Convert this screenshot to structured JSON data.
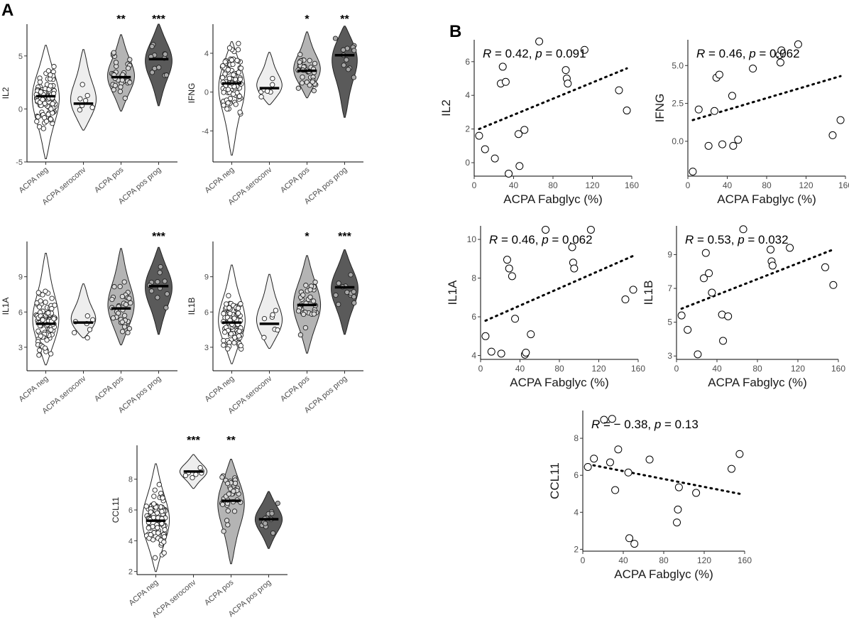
{
  "panel_labels": [
    "A",
    "B"
  ],
  "chart_data": [
    {
      "type": "violin",
      "ylabel": "IL2",
      "ylim": [
        -5,
        8
      ],
      "yticks": [
        -5,
        0,
        5
      ],
      "categories": [
        "ACPA neg",
        "ACPA seroconv",
        "ACPA pos",
        "ACPA pos prog"
      ],
      "medians": [
        1.2,
        0.5,
        3.0,
        4.7
      ],
      "ranges": [
        [
          -4.7,
          6.0
        ],
        [
          -2.0,
          5.6
        ],
        [
          -0.2,
          7.0
        ],
        [
          0.3,
          8.0
        ]
      ],
      "n_points": [
        95,
        7,
        35,
        12
      ],
      "significance": [
        "",
        "",
        "**",
        "***"
      ]
    },
    {
      "type": "violin",
      "ylabel": "IFNG",
      "ylim": [
        -7.2,
        7
      ],
      "yticks": [
        -4,
        0,
        4
      ],
      "categories": [
        "ACPA neg",
        "ACPA seroconv",
        "ACPA pos",
        "ACPA pos prog"
      ],
      "medians": [
        0.9,
        0.4,
        2.2,
        3.8
      ],
      "ranges": [
        [
          -6.5,
          5.2
        ],
        [
          -1.3,
          4.1
        ],
        [
          -0.6,
          6.2
        ],
        [
          -2.6,
          6.8
        ]
      ],
      "n_points": [
        95,
        7,
        35,
        12
      ],
      "significance": [
        "",
        "",
        "*",
        "**"
      ]
    },
    {
      "type": "violin",
      "ylabel": "IL1A",
      "ylim": [
        1,
        12
      ],
      "yticks": [
        3,
        6,
        9
      ],
      "categories": [
        "ACPA neg",
        "ACPA seroconv",
        "ACPA pos",
        "ACPA pos prog"
      ],
      "medians": [
        5.0,
        5.1,
        6.3,
        8.2
      ],
      "ranges": [
        [
          1.5,
          11.0
        ],
        [
          3.8,
          8.4
        ],
        [
          3.2,
          11.4
        ],
        [
          4.1,
          11.5
        ]
      ],
      "n_points": [
        95,
        7,
        35,
        12
      ],
      "significance": [
        "",
        "",
        "",
        "***"
      ]
    },
    {
      "type": "violin",
      "ylabel": "IL1B",
      "ylim": [
        1,
        12
      ],
      "yticks": [
        3,
        6,
        9
      ],
      "categories": [
        "ACPA neg",
        "ACPA seroconv",
        "ACPA pos",
        "ACPA pos prog"
      ],
      "medians": [
        5.1,
        5.0,
        6.6,
        8.1
      ],
      "ranges": [
        [
          1.6,
          10.0
        ],
        [
          2.9,
          9.2
        ],
        [
          2.5,
          10.8
        ],
        [
          4.1,
          11.3
        ]
      ],
      "n_points": [
        95,
        7,
        35,
        12
      ],
      "significance": [
        "",
        "",
        "*",
        "***"
      ]
    },
    {
      "type": "violin",
      "ylabel": "CCL11",
      "ylim": [
        1.8,
        10.2
      ],
      "yticks": [
        2,
        4,
        6,
        8
      ],
      "categories": [
        "ACPA neg",
        "ACPA seroconv",
        "ACPA pos",
        "ACPA pos prog"
      ],
      "medians": [
        5.3,
        8.5,
        6.6,
        5.4
      ],
      "ranges": [
        [
          2.0,
          9.0
        ],
        [
          7.4,
          9.6
        ],
        [
          2.5,
          9.3
        ],
        [
          3.5,
          7.2
        ]
      ],
      "n_points": [
        95,
        7,
        35,
        12
      ],
      "significance": [
        "",
        "***",
        "**",
        ""
      ]
    },
    {
      "type": "scatter",
      "ylabel": "IL2",
      "xlabel": "ACPA Fabglyc (%)",
      "xlim": [
        0,
        160
      ],
      "ylim": [
        -0.8,
        7.3
      ],
      "xticks": [
        0,
        40,
        80,
        120,
        160
      ],
      "yticks": [
        0,
        2,
        4,
        6
      ],
      "annotation": {
        "r_label": "R",
        "rest": " = 0.42, ",
        "p_label": "p",
        "value": " = 0.091"
      },
      "x": [
        5,
        11,
        21,
        27,
        29,
        32,
        35,
        45,
        46,
        51,
        66,
        93,
        94,
        95,
        112,
        147,
        155
      ],
      "y": [
        1.6,
        0.8,
        0.25,
        4.7,
        5.7,
        4.8,
        -0.65,
        1.7,
        -0.2,
        1.95,
        7.2,
        5.5,
        5.0,
        4.7,
        6.7,
        4.3,
        3.1
      ],
      "fit": {
        "x": [
          5,
          155
        ],
        "y": [
          2.0,
          5.6
        ]
      }
    },
    {
      "type": "scatter",
      "ylabel": "IFNG",
      "xlabel": "ACPA Fabglyc (%)",
      "xlim": [
        0,
        160
      ],
      "ylim": [
        -2.3,
        6.7
      ],
      "xticks": [
        0,
        40,
        80,
        120,
        160
      ],
      "yticks": [
        0.0,
        2.5,
        5.0
      ],
      "annotation": {
        "r_label": "R",
        "rest": " = 0.46, ",
        "p_label": "p",
        "value": " = 0.062"
      },
      "x": [
        5,
        11,
        21,
        27,
        29,
        32,
        35,
        45,
        46,
        51,
        66,
        93,
        94,
        95,
        112,
        147,
        155
      ],
      "y": [
        -2.0,
        2.1,
        -0.3,
        2.0,
        4.2,
        4.4,
        -0.2,
        3.0,
        -0.3,
        0.1,
        4.8,
        5.7,
        5.2,
        6.0,
        6.4,
        0.4,
        1.4
      ],
      "fit": {
        "x": [
          5,
          155
        ],
        "y": [
          1.4,
          4.3
        ]
      }
    },
    {
      "type": "scatter",
      "ylabel": "IL1A",
      "xlabel": "ACPA Fabglyc (%)",
      "xlim": [
        0,
        160
      ],
      "ylim": [
        3.8,
        10.7
      ],
      "xticks": [
        0,
        40,
        80,
        120,
        160
      ],
      "yticks": [
        4,
        6,
        8,
        10
      ],
      "annotation": {
        "r_label": "R",
        "rest": " = 0.46, ",
        "p_label": "p",
        "value": " = 0.062"
      },
      "x": [
        5,
        11,
        21,
        27,
        29,
        32,
        35,
        45,
        46,
        51,
        66,
        93,
        94,
        95,
        112,
        147,
        155
      ],
      "y": [
        5.0,
        4.2,
        4.1,
        8.95,
        8.5,
        8.1,
        5.9,
        4.05,
        4.15,
        5.1,
        10.5,
        9.6,
        8.8,
        8.5,
        10.5,
        6.9,
        7.4
      ],
      "fit": {
        "x": [
          5,
          155
        ],
        "y": [
          5.8,
          9.15
        ]
      }
    },
    {
      "type": "scatter",
      "ylabel": "IL1B",
      "xlabel": "ACPA Fabglyc (%)",
      "xlim": [
        0,
        160
      ],
      "ylim": [
        2.8,
        10.7
      ],
      "xticks": [
        0,
        40,
        80,
        120,
        160
      ],
      "yticks": [
        3,
        5,
        7,
        9
      ],
      "annotation": {
        "r_label": "R",
        "rest": " = 0.53, ",
        "p_label": "p",
        "value": " = 0.032"
      },
      "x": [
        5,
        11,
        21,
        27,
        29,
        32,
        35,
        45,
        46,
        51,
        66,
        93,
        94,
        95,
        112,
        147,
        155
      ],
      "y": [
        5.4,
        4.55,
        3.1,
        7.6,
        9.1,
        7.9,
        6.75,
        5.45,
        3.9,
        5.35,
        10.5,
        9.3,
        8.6,
        8.35,
        9.4,
        8.25,
        7.2
      ],
      "fit": {
        "x": [
          5,
          155
        ],
        "y": [
          5.8,
          9.3
        ]
      }
    },
    {
      "type": "scatter",
      "ylabel": "CCL11",
      "xlabel": "ACPA Fabglyc (%)",
      "xlim": [
        0,
        160
      ],
      "ylim": [
        1.9,
        9.5
      ],
      "xticks": [
        0,
        40,
        80,
        120,
        160
      ],
      "yticks": [
        2,
        4,
        6,
        8
      ],
      "annotation": {
        "r_label": "R",
        "rest": " = − 0.38, ",
        "p_label": "p",
        "value": " = 0.13"
      },
      "x": [
        5,
        11,
        21,
        27,
        29,
        32,
        35,
        45,
        46,
        51,
        66,
        93,
        94,
        95,
        112,
        147,
        155
      ],
      "y": [
        6.45,
        6.9,
        9.0,
        6.7,
        9.05,
        5.2,
        7.4,
        6.15,
        2.6,
        2.3,
        6.85,
        3.45,
        4.15,
        5.35,
        5.05,
        6.35,
        7.15
      ],
      "fit": {
        "x": [
          5,
          155
        ],
        "y": [
          6.6,
          5.0
        ]
      }
    }
  ]
}
